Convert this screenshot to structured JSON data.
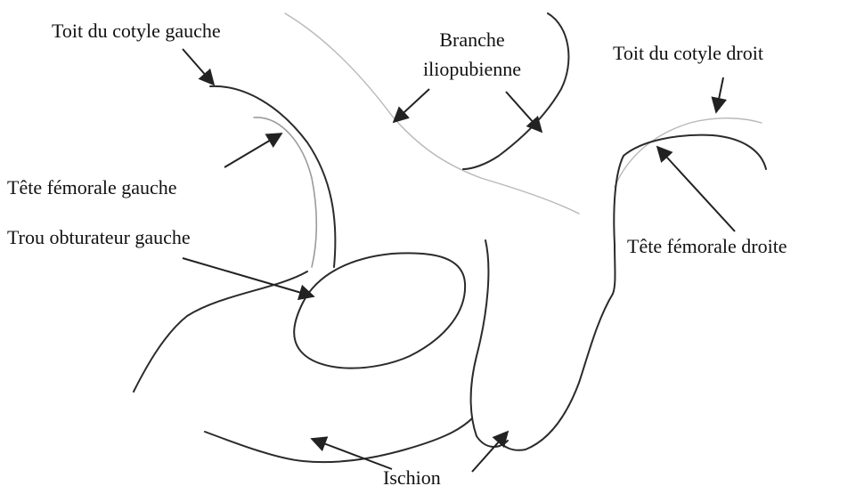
{
  "labels": {
    "toit_cotyle_gauche": "Toit du cotyle gauche",
    "branche_line1": "Branche",
    "branche_line2": "iliopubienne",
    "toit_cotyle_droit": "Toit du cotyle droit",
    "tete_femorale_gauche": "Tête fémorale gauche",
    "trou_obturateur_gauche": "Trou obturateur gauche",
    "tete_femorale_droite": "Tête fémorale droite",
    "ischion": "Ischion"
  },
  "colors": {
    "dark_contour": "#2b2b2b",
    "light_contour": "#9a9a9a",
    "text": "#111111",
    "background": "#ffffff"
  }
}
